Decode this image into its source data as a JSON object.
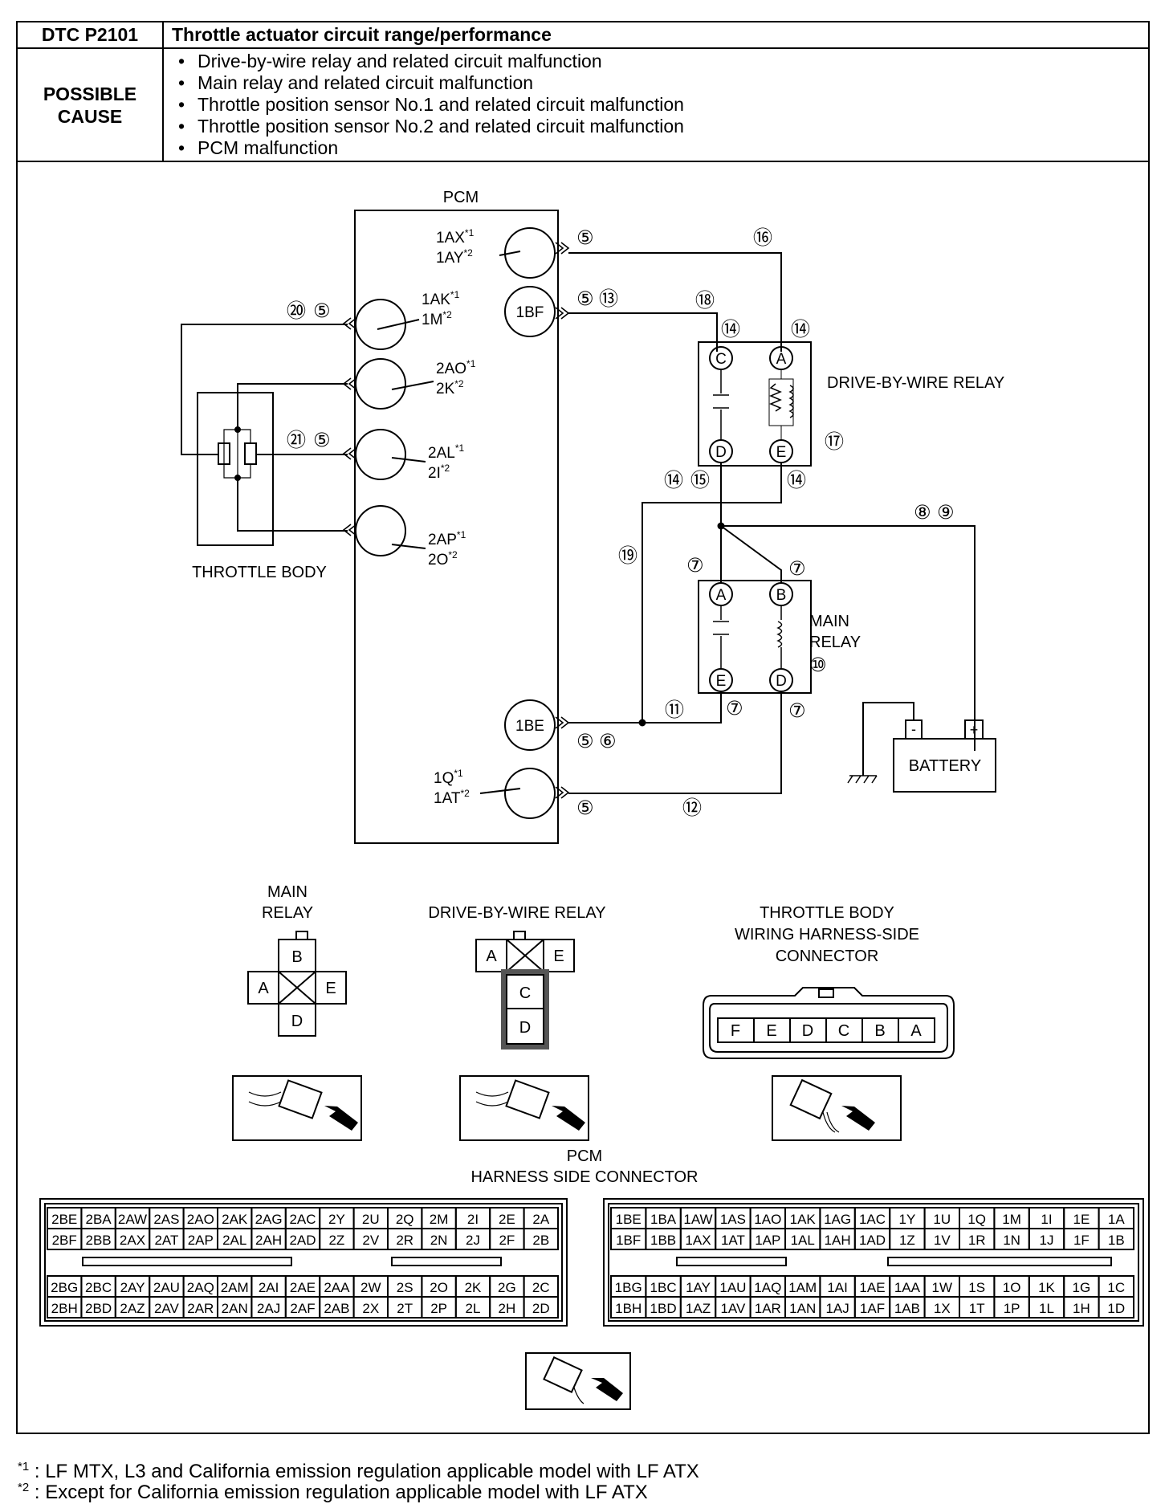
{
  "header": {
    "dtc_code": "DTC P2101",
    "dtc_title": "Throttle actuator circuit range/performance",
    "possible_cause_label": "POSSIBLE CAUSE",
    "causes": [
      "Drive-by-wire relay and related circuit malfunction",
      "Main relay and related circuit malfunction",
      "Throttle position sensor No.1 and related circuit malfunction",
      "Throttle position sensor No.2 and related circuit malfunction",
      "PCM malfunction"
    ]
  },
  "wiring": {
    "pcm_label": "PCM",
    "throttle_body_label": "THROTTLE BODY",
    "dbw_relay_label": "DRIVE-BY-WIRE RELAY",
    "main_relay_label": [
      "MAIN",
      "RELAY"
    ],
    "battery_label": "BATTERY",
    "pcm_pins": {
      "p1ax": "1AX",
      "p1ay": "1AY",
      "p1bf": "1BF",
      "p1ak": "1AK",
      "p1m": "1M",
      "p2ao": "2AO",
      "p2k": "2K",
      "p2al": "2AL",
      "p2i": "2I",
      "p2ap": "2AP",
      "p2o": "2O",
      "p1be": "1BE",
      "p1q": "1Q",
      "p1at": "1AT"
    },
    "footnote_marks": {
      "m1": "*1",
      "m2": "*2"
    },
    "relay_terminals": {
      "a": "A",
      "b": "B",
      "c": "C",
      "d": "D",
      "e": "E"
    },
    "battery_terminals": {
      "neg": "-",
      "pos": "+"
    },
    "circled_refs": {
      "r5": "⑤",
      "r6": "⑥",
      "r7": "⑦",
      "r8": "⑧",
      "r9": "⑨",
      "r10": "⑩",
      "r11": "⑪",
      "r12": "⑫",
      "r13": "⑬",
      "r14": "⑭",
      "r15": "⑮",
      "r16": "⑯",
      "r17": "⑰",
      "r18": "⑱",
      "r19": "⑲",
      "r20": "⑳",
      "r21": "㉑"
    }
  },
  "connectors": {
    "main_relay_title": [
      "MAIN",
      "RELAY"
    ],
    "dbw_relay_title": "DRIVE-BY-WIRE RELAY",
    "throttle_title": [
      "THROTTLE BODY",
      "WIRING HARNESS-SIDE",
      "CONNECTOR"
    ],
    "throttle_pins": [
      "F",
      "E",
      "D",
      "C",
      "B",
      "A"
    ],
    "pcm_title": [
      "PCM",
      "HARNESS SIDE CONNECTOR"
    ],
    "pcm_left": [
      [
        "2BE",
        "2BA",
        "2AW",
        "2AS",
        "2AO",
        "2AK",
        "2AG",
        "2AC",
        "2Y",
        "2U",
        "2Q",
        "2M",
        "2I",
        "2E",
        "2A"
      ],
      [
        "2BF",
        "2BB",
        "2AX",
        "2AT",
        "2AP",
        "2AL",
        "2AH",
        "2AD",
        "2Z",
        "2V",
        "2R",
        "2N",
        "2J",
        "2F",
        "2B"
      ],
      [
        "2BG",
        "2BC",
        "2AY",
        "2AU",
        "2AQ",
        "2AM",
        "2AI",
        "2AE",
        "2AA",
        "2W",
        "2S",
        "2O",
        "2K",
        "2G",
        "2C"
      ],
      [
        "2BH",
        "2BD",
        "2AZ",
        "2AV",
        "2AR",
        "2AN",
        "2AJ",
        "2AF",
        "2AB",
        "2X",
        "2T",
        "2P",
        "2L",
        "2H",
        "2D"
      ]
    ],
    "pcm_right": [
      [
        "1BE",
        "1BA",
        "1AW",
        "1AS",
        "1AO",
        "1AK",
        "1AG",
        "1AC",
        "1Y",
        "1U",
        "1Q",
        "1M",
        "1I",
        "1E",
        "1A"
      ],
      [
        "1BF",
        "1BB",
        "1AX",
        "1AT",
        "1AP",
        "1AL",
        "1AH",
        "1AD",
        "1Z",
        "1V",
        "1R",
        "1N",
        "1J",
        "1F",
        "1B"
      ],
      [
        "1BG",
        "1BC",
        "1AY",
        "1AU",
        "1AQ",
        "1AM",
        "1AI",
        "1AE",
        "1AA",
        "1W",
        "1S",
        "1O",
        "1K",
        "1G",
        "1C"
      ],
      [
        "1BH",
        "1BD",
        "1AZ",
        "1AV",
        "1AR",
        "1AN",
        "1AJ",
        "1AF",
        "1AB",
        "1X",
        "1T",
        "1P",
        "1L",
        "1H",
        "1D"
      ]
    ]
  },
  "footnotes": [
    {
      "mark": "*1",
      "text": ": LF MTX, L3 and California emission regulation applicable model with LF ATX"
    },
    {
      "mark": "*2",
      "text": ": Except for California emission regulation applicable model with LF ATX"
    }
  ]
}
